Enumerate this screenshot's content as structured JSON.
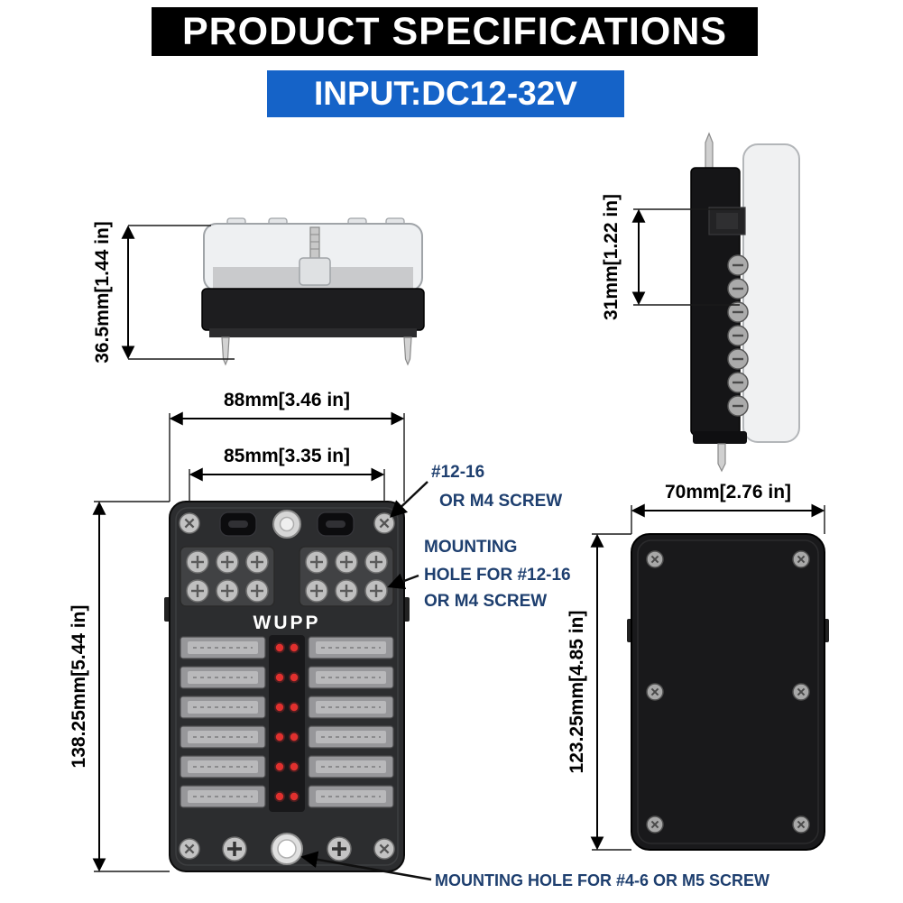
{
  "header": {
    "title": "PRODUCT SPECIFICATIONS"
  },
  "input_banner": {
    "label": "INPUT:DC12-32V"
  },
  "front_view": {
    "brand": "WUPP"
  },
  "dimensions": {
    "side_height": "36.5mm[1.44 in]",
    "profile_depth": "31mm[1.22 in]",
    "front_width_outer": "88mm[3.46 in]",
    "front_width_inner": "85mm[3.35 in]",
    "front_height": "138.25mm[5.44 in]",
    "back_width": "70mm[2.76 in]",
    "back_height": "123.25mm[4.85 in]"
  },
  "annotations": {
    "top_screw": {
      "line1": "#12-16",
      "line2": "OR M4 SCREW"
    },
    "side_hole": {
      "line1": "MOUNTING",
      "line2": "HOLE FOR #12-16",
      "line3": "OR M4 SCREW"
    },
    "bottom_hole": {
      "label": "MOUNTING HOLE FOR #4-6 OR M5 SCREW"
    }
  },
  "colors": {
    "header_bg": "#000000",
    "banner_bg": "#1563c8",
    "annotation_text": "#1e3f6f",
    "led_red": "#e0302e",
    "body_dark": "#2c2d2f"
  }
}
